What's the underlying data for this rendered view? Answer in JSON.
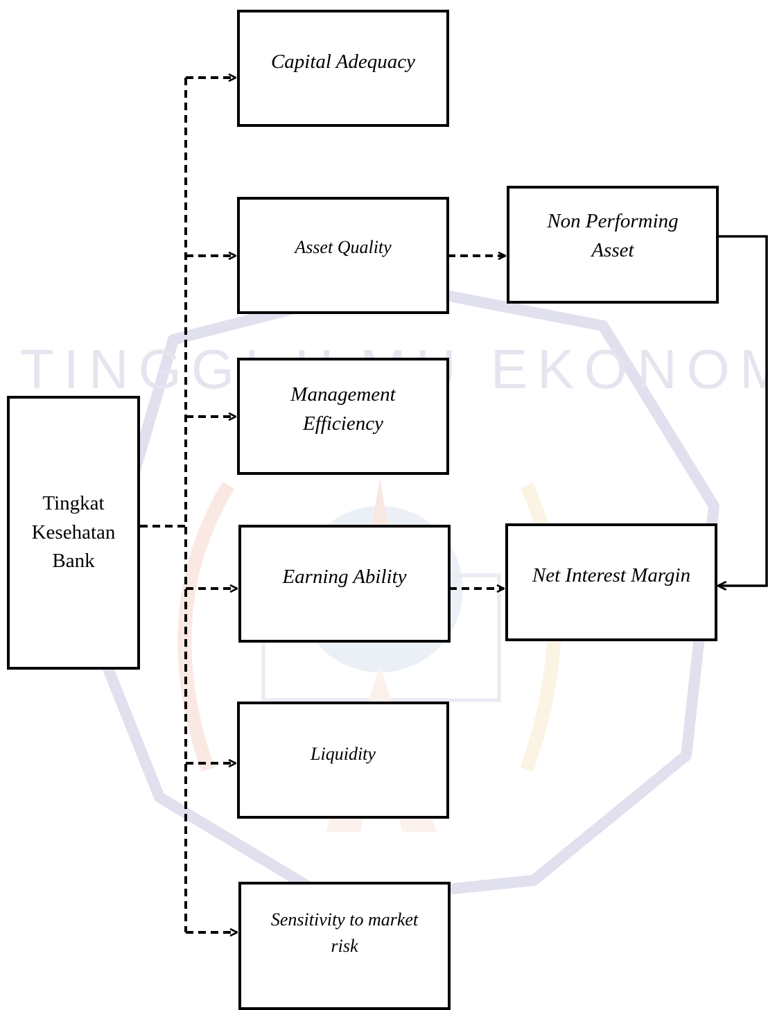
{
  "diagram": {
    "root": "Tingkat Kesehatan Bank",
    "factors": {
      "capital": "Capital Adequacy",
      "asset": "Asset Quality",
      "management": "Management Efficiency",
      "earning": "Earning Ability",
      "liquidity": "Liquidity",
      "sensitivity": "Sensitivity to market risk"
    },
    "indicators": {
      "npa": "Non Performing Asset",
      "nim": "Net Interest Margin"
    },
    "watermark": {
      "ring_text": "SEMARANG TINGGI ILMU EKONOMI SEKOLAH"
    }
  }
}
